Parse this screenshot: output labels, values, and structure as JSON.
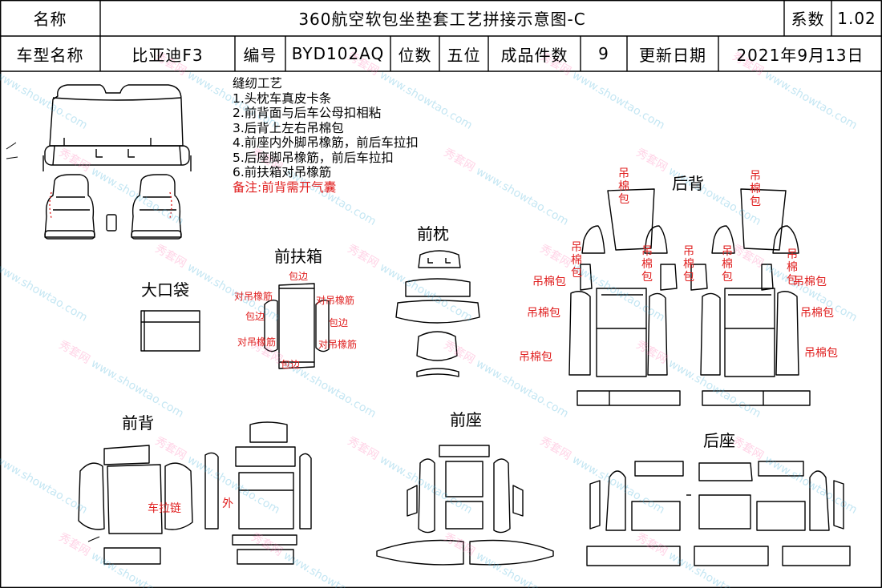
{
  "header": {
    "row1": {
      "name_label": "名称",
      "title": "360航空软包坐垫套工艺拼接示意图-C",
      "coef_label": "系数",
      "coef_value": "1.02"
    },
    "row2": {
      "model_label": "车型名称",
      "model_value": "比亚迪F3",
      "code_label": "编号",
      "code_value": "BYD102AQ",
      "seat_label": "位数",
      "seat_value": "五位",
      "pieces_label": "成品件数",
      "pieces_value": "9",
      "date_label": "更新日期",
      "date_value": "2021年9月13日"
    }
  },
  "notes": {
    "title": "缝纫工艺",
    "items": [
      "1.头枕车真皮卡条",
      "2.前背面与后车公母扣相粘",
      "3.后背上左右吊棉包",
      "4.前座内外脚吊橡筋，前后车拉扣",
      "5.后座脚吊橡筋，前后车拉扣",
      "6.前扶箱对吊橡筋"
    ],
    "remark": "备注:前背需开气囊"
  },
  "sections": {
    "big_pocket": "大口袋",
    "front_armrest": "前扶箱",
    "front_pillow": "前枕",
    "rear_back": "后背",
    "front_back": "前背",
    "front_seat": "前座",
    "rear_seat": "后座"
  },
  "annotations": {
    "armrest_binding": "包边",
    "armrest_elastic": "对吊橡筋",
    "cotton_pack": "吊棉包",
    "zipper": "车拉链",
    "outer": "外"
  },
  "watermark": {
    "brand_cn": "秀套网",
    "brand_url": "www.showtao.com"
  }
}
